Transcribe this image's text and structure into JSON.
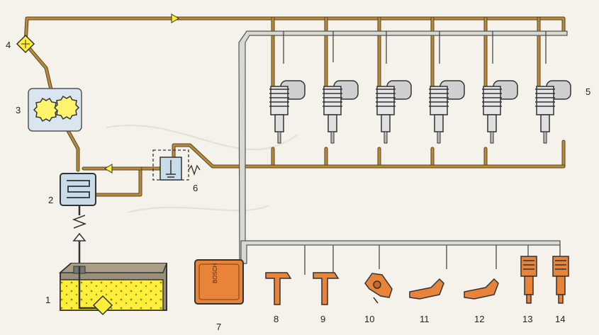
{
  "labels": {
    "fuel_tank": "1",
    "fuel_filter": "2",
    "gear_pump": "3",
    "check_valve": "4",
    "unit_injectors": "5",
    "pressure_regulator": "6",
    "ecu": "7",
    "sensor_8": "8",
    "sensor_9": "9",
    "sensor_10": "10",
    "sensor_11": "11",
    "sensor_12": "12",
    "sensor_13": "13",
    "sensor_14": "14"
  },
  "ecu_marking": "BOSCH",
  "colors": {
    "fuel": "#ffef3a",
    "pipe": "#b88a3c",
    "ecu": "#e8833a",
    "sensor": "#e8833a",
    "harness": "#d9d9d4"
  }
}
